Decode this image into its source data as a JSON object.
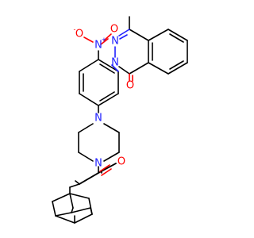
{
  "structure": {
    "atom_labels": {
      "nitro_n": "N",
      "nitro_n_charge": "+",
      "nitro_o_left": "O",
      "nitro_o_left_charge": "-",
      "nitro_o_right": "O",
      "ring_n2": "N",
      "ring_n3": "N",
      "carbonyl_o1": "O",
      "pip_n_top": "N",
      "pip_n_bottom": "N",
      "amide_o": "O"
    },
    "colors": {
      "carbon_bond": "#000000",
      "nitrogen": "#2020ff",
      "oxygen": "#ff0000"
    }
  }
}
